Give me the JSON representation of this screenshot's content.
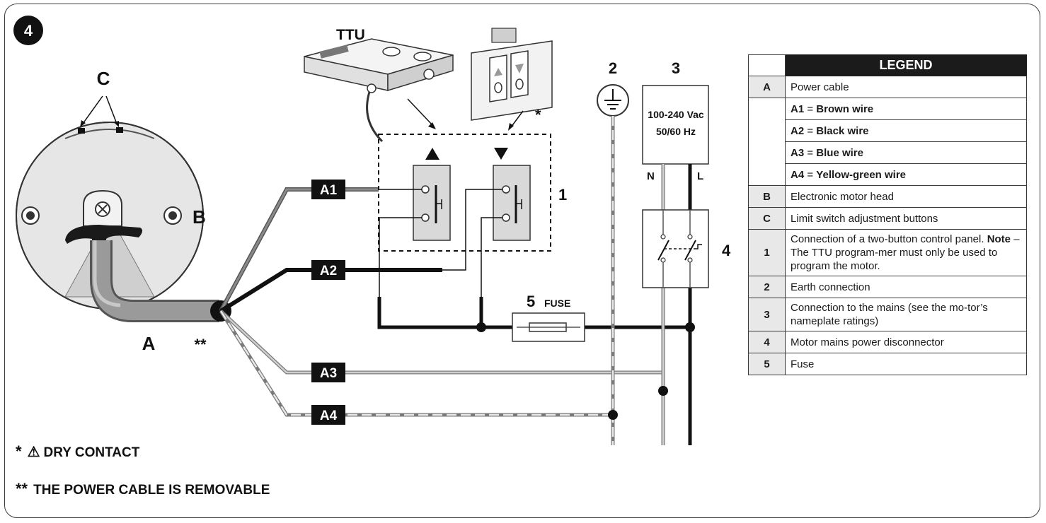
{
  "figure_number": "4",
  "labels": {
    "ttu": "TTU",
    "c": "C",
    "b": "B",
    "a": "A",
    "double_star": "**",
    "single_star": "*",
    "earth_num": "2",
    "mains_num": "3",
    "panel_num": "1",
    "disconnector_num": "4",
    "fuse_num": "5",
    "fuse_word": "FUSE",
    "supply_voltage": "100-240 Vac",
    "supply_freq": "50/60 Hz",
    "neutral": "N",
    "line": "L"
  },
  "wire_tags": [
    "A1",
    "A2",
    "A3",
    "A4"
  ],
  "notes": {
    "dry_contact_star": "*",
    "dry_contact": "DRY CONTACT",
    "removable_star": "**",
    "removable": "THE POWER CABLE IS REMOVABLE"
  },
  "legend": {
    "title": "LEGEND",
    "a_key": "A",
    "a_text": "Power cable",
    "wires": [
      {
        "code": "A1",
        "eq": " = ",
        "name": "Brown wire"
      },
      {
        "code": "A2",
        "eq": " = ",
        "name": "Black wire"
      },
      {
        "code": "A3",
        "eq": " = ",
        "name": "Blue wire"
      },
      {
        "code": "A4",
        "eq": " = ",
        "name": "Yellow-green wire"
      }
    ],
    "b_key": "B",
    "b_text": "Electronic motor head",
    "c_key": "C",
    "c_text": "Limit switch adjustment buttons",
    "one_key": "1",
    "one_text_a": "Connection of a two-button control panel. ",
    "one_note": "Note",
    "one_text_b": " – The TTU program-mer must only be used to program the motor.",
    "two_key": "2",
    "two_text": "Earth connection",
    "three_key": "3",
    "three_text": "Connection to the mains (see the mo-tor’s nameplate ratings)",
    "four_key": "4",
    "four_text": "Motor mains power disconnector",
    "five_key": "5",
    "five_text": "Fuse"
  },
  "colors": {
    "brown_wire": "#6e6e6e",
    "black_wire": "#111111",
    "blue_wire": "#bdbdbd",
    "yellow_green_wire": "#d8d8d8",
    "panel_fill": "#d9d9d9",
    "head_fill": "#e6e6e6"
  }
}
